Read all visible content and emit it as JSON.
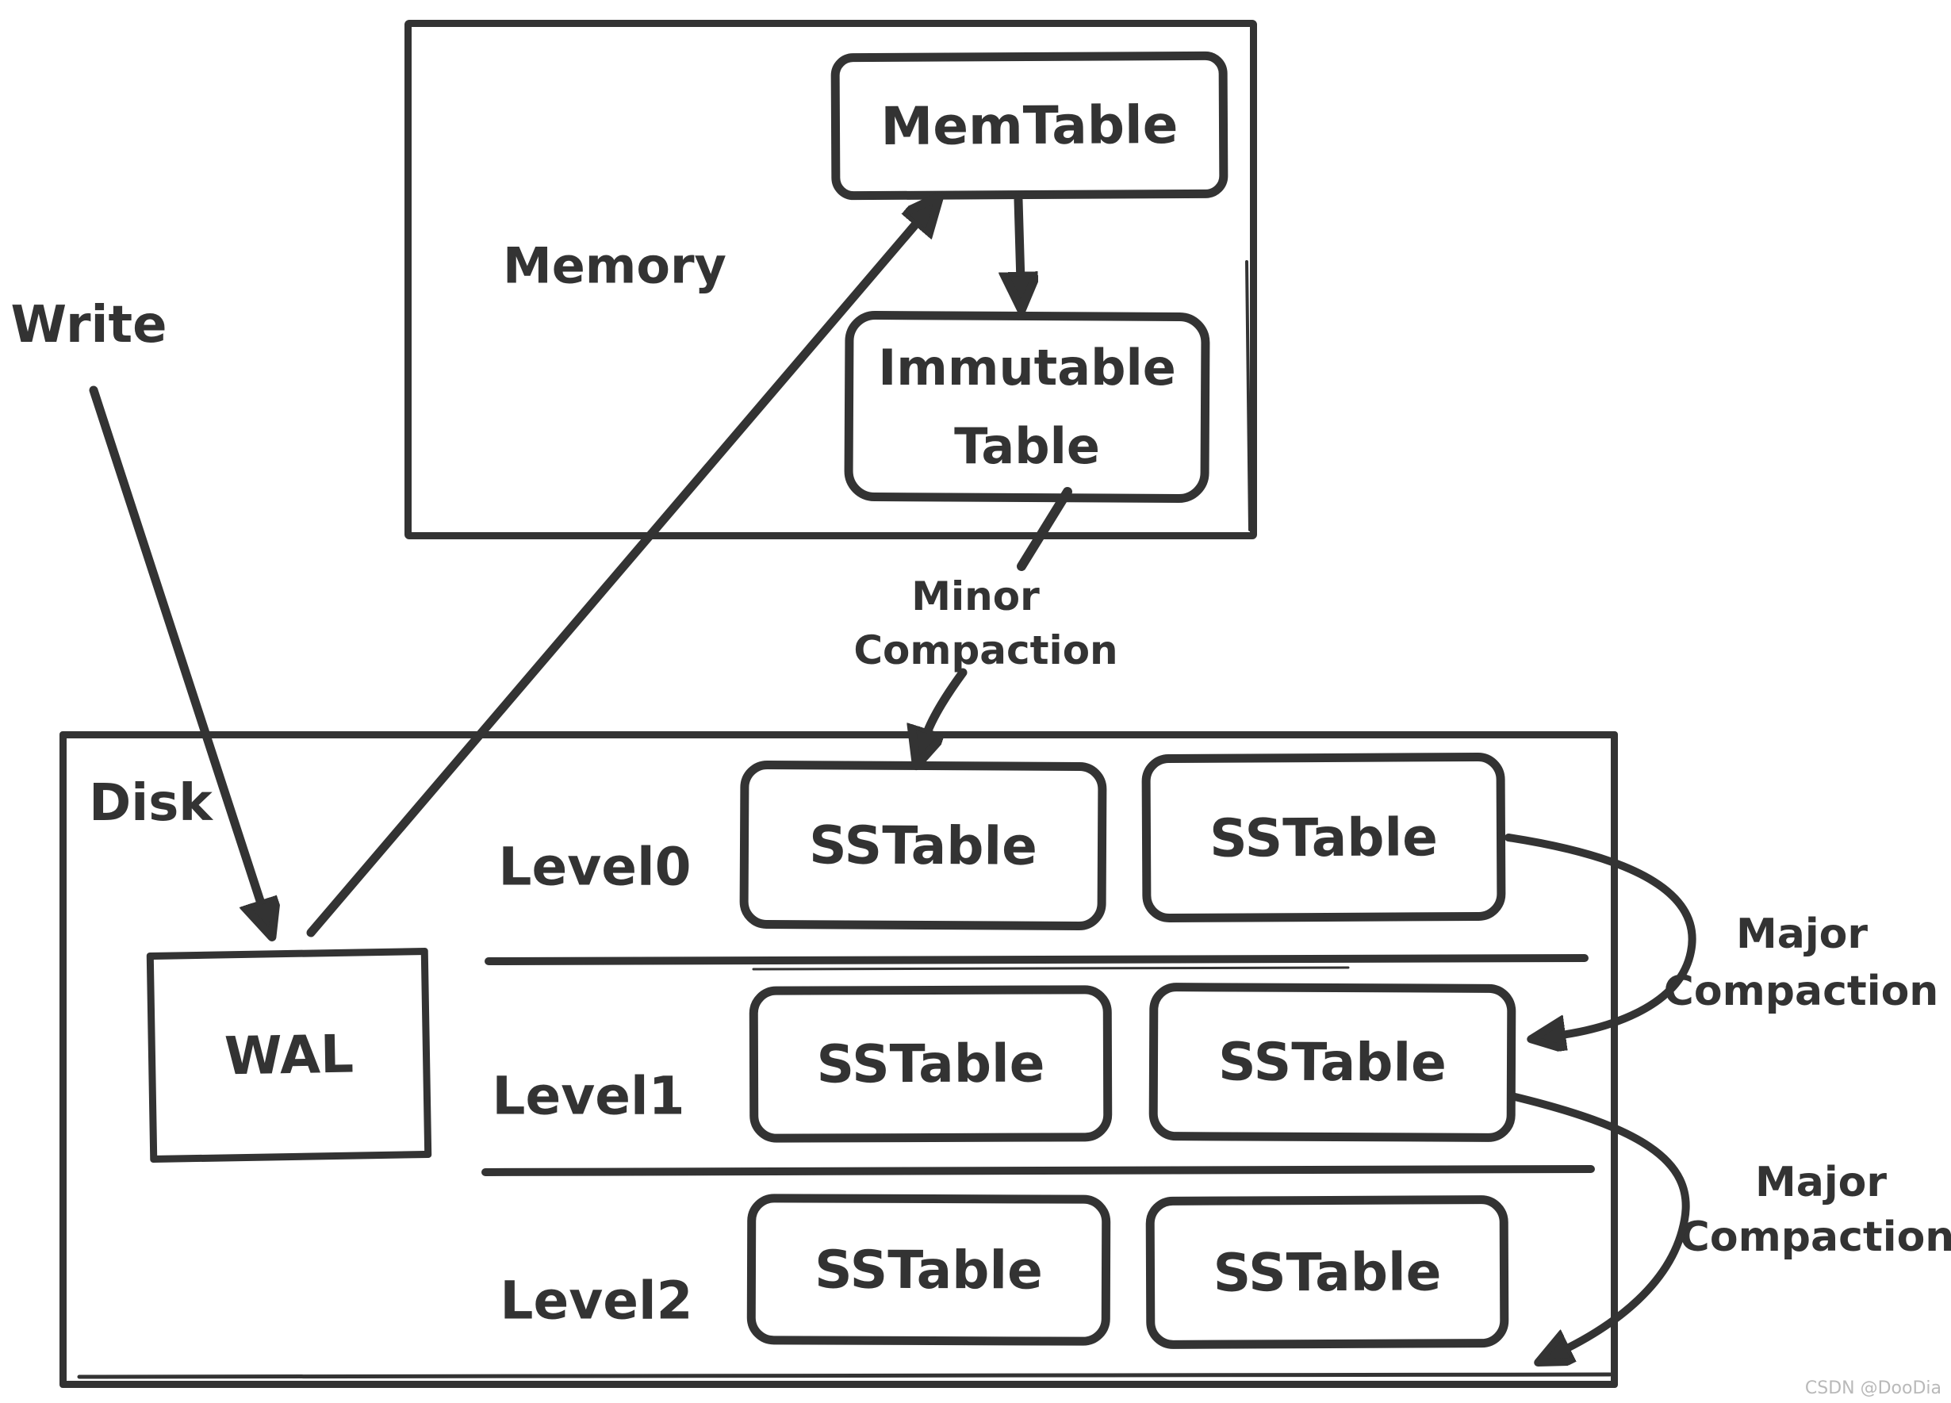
{
  "colors": {
    "ink": "#333333",
    "background": "#ffffff",
    "watermark": "#b9b9b9"
  },
  "memory": {
    "label": "Memory",
    "memtable_label": "MemTable",
    "immutable_line1": "Immutable",
    "immutable_line2": "Table"
  },
  "disk": {
    "label": "Disk",
    "wal_label": "WAL",
    "levels": [
      {
        "label": "Level0",
        "sstables": [
          "SSTable",
          "SSTable"
        ]
      },
      {
        "label": "Level1",
        "sstables": [
          "SSTable",
          "SSTable"
        ]
      },
      {
        "label": "Level2",
        "sstables": [
          "SSTable",
          "SSTable"
        ]
      }
    ]
  },
  "annotations": {
    "write": "Write",
    "minor_line1": "Minor",
    "minor_line2": "Compaction",
    "major1_line1": "Major",
    "major1_line2": "Compaction",
    "major2_line1": "Major",
    "major2_line2": "Compaction"
  },
  "watermark": "CSDN @DooDia"
}
